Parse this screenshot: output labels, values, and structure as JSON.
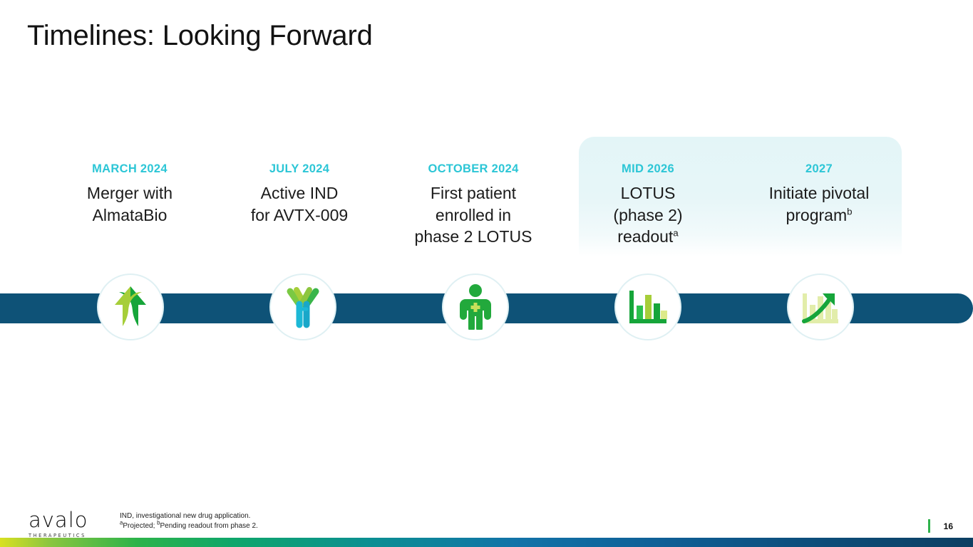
{
  "slide": {
    "title": "Timelines: Looking Forward",
    "page_number": "16"
  },
  "colors": {
    "date_label": "#2cc6d6",
    "timeline_bar": "#0e5277",
    "highlight_panel": "#e7f6f8",
    "body_text": "#1b1b1b",
    "page_tick": "#2fb24c"
  },
  "timeline": {
    "milestones": [
      {
        "date": "MARCH 2024",
        "line1": "Merger with",
        "line2": "AlmataBio",
        "line3": "",
        "superscript": "",
        "icon": "merging-arrows-up-icon",
        "highlighted": false
      },
      {
        "date": "JULY 2024",
        "line1": "Active IND",
        "line2": "for AVTX-009",
        "line3": "",
        "superscript": "",
        "icon": "antibody-icon",
        "highlighted": false
      },
      {
        "date": "OCTOBER 2024",
        "line1": "First patient",
        "line2": "enrolled in",
        "line3": "phase 2 LOTUS",
        "superscript": "",
        "icon": "patient-person-icon",
        "highlighted": false
      },
      {
        "date": "MID 2026",
        "line1": "LOTUS",
        "line2": "(phase 2)",
        "line3": "readout",
        "superscript": "a",
        "icon": "bar-chart-icon",
        "highlighted": true
      },
      {
        "date": "2027",
        "line1": "Initiate pivotal",
        "line2": "program",
        "line3": "",
        "superscript": "b",
        "icon": "growth-arrow-chart-icon",
        "highlighted": true
      }
    ]
  },
  "footer": {
    "logo_word": "avalo",
    "logo_sub": "THERAPEUTICS",
    "footnote_line1": "IND, investigational new drug application.",
    "footnote_2_sup_a": "a",
    "footnote_2_part1": "Projected; ",
    "footnote_2_sup_b": "b",
    "footnote_2_part2": "Pending readout from phase 2."
  }
}
